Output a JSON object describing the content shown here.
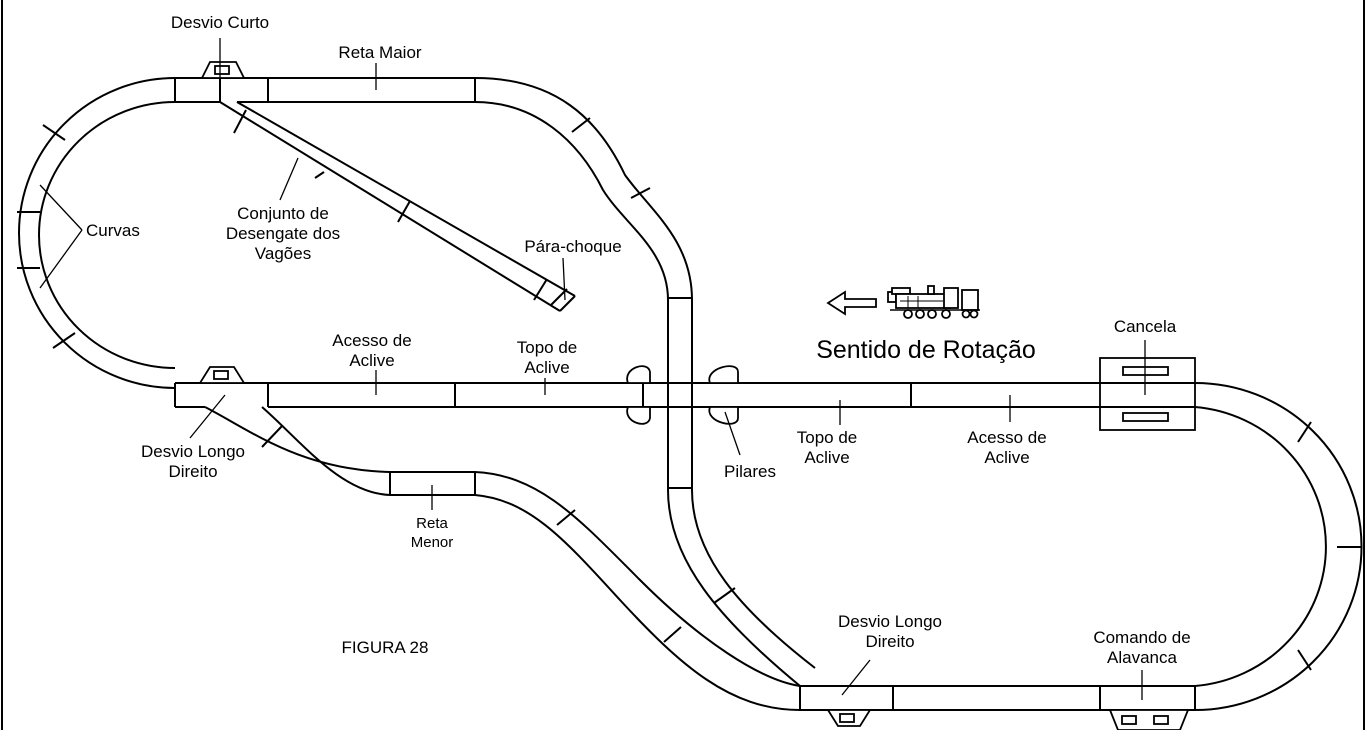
{
  "labels": {
    "desvio_curto": "Desvio Curto",
    "reta_maior": "Reta Maior",
    "curvas": "Curvas",
    "conjunto_l1": "Conjunto de",
    "conjunto_l2": "Desengate dos",
    "conjunto_l3": "Vagões",
    "para_choque": "Pára-choque",
    "acesso_l1": "Acesso de",
    "acesso_l2": "Aclive",
    "topo_l1": "Topo de",
    "topo_l2": "Aclive",
    "sentido": "Sentido de Rotação",
    "cancela": "Cancela",
    "desvio_longo_l1": "Desvio Longo",
    "desvio_longo_l2": "Direito",
    "desvio_longo2_l1": "Desvio Longo",
    "desvio_longo2_l2": "Direito",
    "pilares": "Pilares",
    "topo2_l1": "Topo de",
    "topo2_l2": "Aclive",
    "acesso2_l1": "Acesso de",
    "acesso2_l2": "Aclive",
    "reta_menor_l1": "Reta",
    "reta_menor_l2": "Menor",
    "figura": "FIGURA 28",
    "comando_l1": "Comando de",
    "comando_l2": "Alavanca"
  },
  "icons": {
    "direction": "arrow-left-icon",
    "train": "steam-locomotive-icon"
  }
}
